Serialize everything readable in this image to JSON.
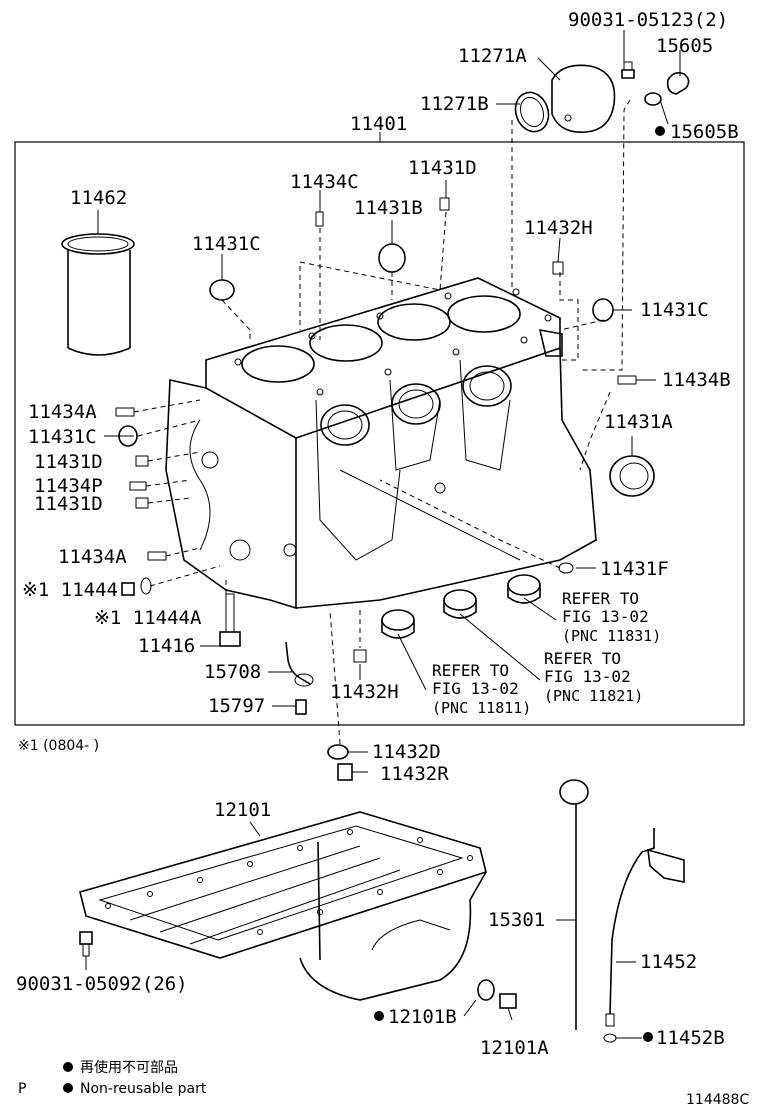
{
  "labels": {
    "l_90031_05123": "90031-05123(2)",
    "l_11271A": "11271A",
    "l_15605": "15605",
    "l_11271B": "11271B",
    "l_15605B": "15605B",
    "l_11401": "11401",
    "l_11462": "11462",
    "l_11434C": "11434C",
    "l_11431D_top": "11431D",
    "l_11431B": "11431B",
    "l_11432H_top": "11432H",
    "l_11431C_left": "11431C",
    "l_11431C_right": "11431C",
    "l_11434B": "11434B",
    "l_11434A_1": "11434A",
    "l_11431C_mid": "11431C",
    "l_11431D_1": "11431D",
    "l_11434P": "11434P",
    "l_11431D_2": "11431D",
    "l_11431A": "11431A",
    "l_11434A_2": "11434A",
    "l_11444": "※1 11444",
    "l_11444A": "※1 11444A",
    "l_11431F": "11431F",
    "l_11416": "11416",
    "l_15708": "15708",
    "l_15797": "15797",
    "l_11432H_bottom": "11432H",
    "l_11432D": "11432D",
    "l_11432R": "11432R",
    "l_12101": "12101",
    "l_15301": "15301",
    "l_11452": "11452",
    "l_90031_05092": "90031-05092(26)",
    "l_12101B": "12101B",
    "l_12101A": "12101A",
    "l_11452B": "11452B"
  },
  "refs": {
    "r1_a": "REFER TO",
    "r1_b": "FIG 13-02",
    "r1_c": "(PNC 11831)",
    "r2_a": "REFER TO",
    "r2_b": "FIG 13-02",
    "r2_c": "(PNC 11821)",
    "r3_a": "REFER TO",
    "r3_b": "FIG 13-02",
    "r3_c": "(PNC 11811)"
  },
  "footnote": "※1 (0804-      )",
  "legend": {
    "jp": "再使用不可部品",
    "en": "Non-reusable part",
    "p": "P"
  },
  "diagram_code": "114488C",
  "colors": {
    "ink": "#000000",
    "paper": "#ffffff"
  }
}
